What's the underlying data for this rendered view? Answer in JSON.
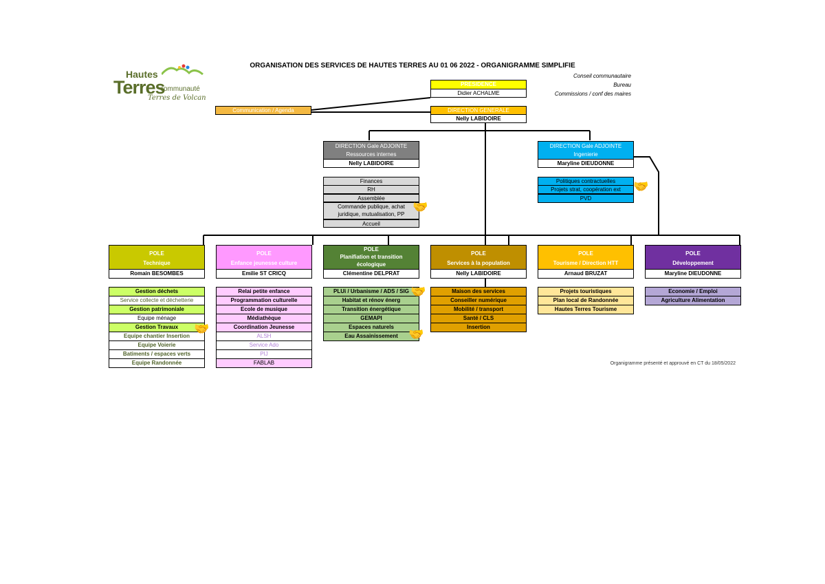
{
  "title": "ORGANISATION DES SERVICES DE HAUTES TERRES AU 01 06 2022 - ORGANIGRAMME SIMPLIFIE",
  "meta": [
    "Conseil communautaire",
    "Bureau",
    "Commissions / conf des maires"
  ],
  "logo": {
    "line1": "Hautes",
    "line2": "Terres",
    "line3": "communauté",
    "line4": "Terres de Volcan"
  },
  "presidence": {
    "label": "PRESIDENCE",
    "name": "Didier ACHALME"
  },
  "communication": "Communication / Agenda",
  "direction_generale": {
    "label": "DIRECTION GENERALE",
    "name": "Nelly LABIDOIRE"
  },
  "dga_ri": {
    "line1": "DIRECTION Gale ADJOINTE",
    "line2": "Ressources internes",
    "name": "Nelly LABIDOIRE",
    "services": [
      "Finances",
      "RH",
      "Assemblée",
      "Commande publique, achat",
      "juridique, mutualisation, PP",
      "Accueil"
    ]
  },
  "dga_ing": {
    "line1": "DIRECTION Gale ADJOINTE",
    "line2": "Ingenierie",
    "name": "Maryline DIEUDONNE",
    "services": [
      "Politiques contractuelles",
      "Projets strat, coopération ext",
      "PVD"
    ]
  },
  "poles": [
    {
      "line1": "POLE",
      "line2": "Technique",
      "line3": "",
      "name": "Romain BESOMBES",
      "items": [
        "Gestion déchets",
        "Service collecte et déchetterie",
        "Gestion patrimoniale",
        "Equipe ménage",
        "Gestion Travaux",
        "Equipe chantier Insertion",
        "Equipe Voierie",
        "Batiments / espaces verts",
        "Equipe Randonnée"
      ]
    },
    {
      "line1": "POLE",
      "line2": "Enfance jeunesse culture",
      "line3": "",
      "name": "Emilie ST CRICQ",
      "items": [
        "Relai petite enfance",
        "Programmation culturelle",
        "Ecole de musique",
        "Médiathèque",
        "Coordination Jeunesse",
        "ALSH",
        "Service Ado",
        "PIJ",
        "FABLAB"
      ]
    },
    {
      "line1": "POLE",
      "line2": "Planifiation et transition",
      "line3": "écologique",
      "name": "Clémentine DELPRAT",
      "items": [
        "PLUi / Urbanisme / ADS / SIG",
        "Habitat et rénov énerg",
        "Transition énergétique",
        "GEMAPI",
        "Espaces naturels",
        "Eau Assainissement"
      ]
    },
    {
      "line1": "POLE",
      "line2": "Services à la population",
      "line3": "",
      "name": "Nelly LABIDOIRE",
      "items": [
        "Maison des services",
        "Conseiller numérique",
        "Mobilité / transport",
        "Santé / CLS",
        "Insertion"
      ]
    },
    {
      "line1": "POLE",
      "line2": "Tourisme / Direction HTT",
      "line3": "",
      "name": "Arnaud BRUZAT",
      "items": [
        "Projets touristiques",
        "Plan local de Randonnée",
        "Hautes Terres Tourisme"
      ]
    },
    {
      "line1": "POLE",
      "line2": "Développement",
      "line3": "",
      "name": "Maryline DIEUDONNE",
      "items": [
        "Economie / Emploi",
        "Agriculture Alimentation"
      ]
    }
  ],
  "footer": "Organigramme présenté et approuvé en CT du 18/05/2022",
  "colors": {
    "presidence": "#ffff00",
    "communication": "#f4b942",
    "direction": "#ffc000",
    "dga_ri": "#808080",
    "dga_ri_services": "#d9d9d9",
    "dga_ing": "#00b0f0",
    "technique": "#c9c900",
    "technique_light": "#ccff66",
    "technique_text": "#4f6228",
    "enfance": "#ff99ff",
    "enfance_light": "#ffccff",
    "enfance_text": "#b180d7",
    "planif": "#548235",
    "planif_light": "#a9d08e",
    "population": "#bf8f00",
    "population_light": "#e0a000",
    "tourisme": "#ffc000",
    "tourisme_light": "#ffe699",
    "developpement": "#7030a0",
    "developpement_light": "#b4a7d6"
  },
  "icons": [
    "handshake-icon"
  ]
}
